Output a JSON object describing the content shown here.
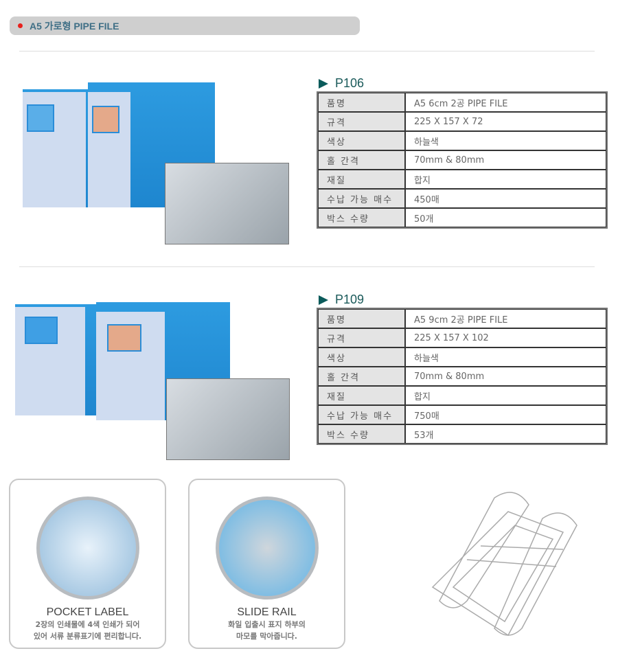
{
  "header": {
    "title": "A5 가로형 PIPE FILE"
  },
  "products": [
    {
      "code": "P106",
      "rows": [
        [
          "품명",
          "A5 6cm  2공 PIPE FILE"
        ],
        [
          "규격",
          "225 X 157 X 72"
        ],
        [
          "색상",
          "하늘색"
        ],
        [
          "홀 간격",
          "70mm  &  80mm"
        ],
        [
          "재질",
          "합지"
        ],
        [
          "수납 가능 매수",
          "450매"
        ],
        [
          "박스 수량",
          "50개"
        ]
      ]
    },
    {
      "code": "P109",
      "rows": [
        [
          "품명",
          "A5 9cm  2공 PIPE FILE"
        ],
        [
          "규격",
          "225 X 157 X 102"
        ],
        [
          "색상",
          "하늘색"
        ],
        [
          "홀 간격",
          "70mm  &  80mm"
        ],
        [
          "재질",
          "합지"
        ],
        [
          "수납 가능 매수",
          "750매"
        ],
        [
          "박스 수량",
          "53개"
        ]
      ]
    }
  ],
  "features": [
    {
      "title": "POCKET LABEL",
      "line1": "2장의 인쇄물에 4색 인쇄가 되어",
      "line2": "있어 서류 분류표기에 편리합니다."
    },
    {
      "title": "SLIDE RAIL",
      "line1": "화일 입출시 표지 하부의",
      "line2": "마모를 막아줍니다."
    }
  ]
}
